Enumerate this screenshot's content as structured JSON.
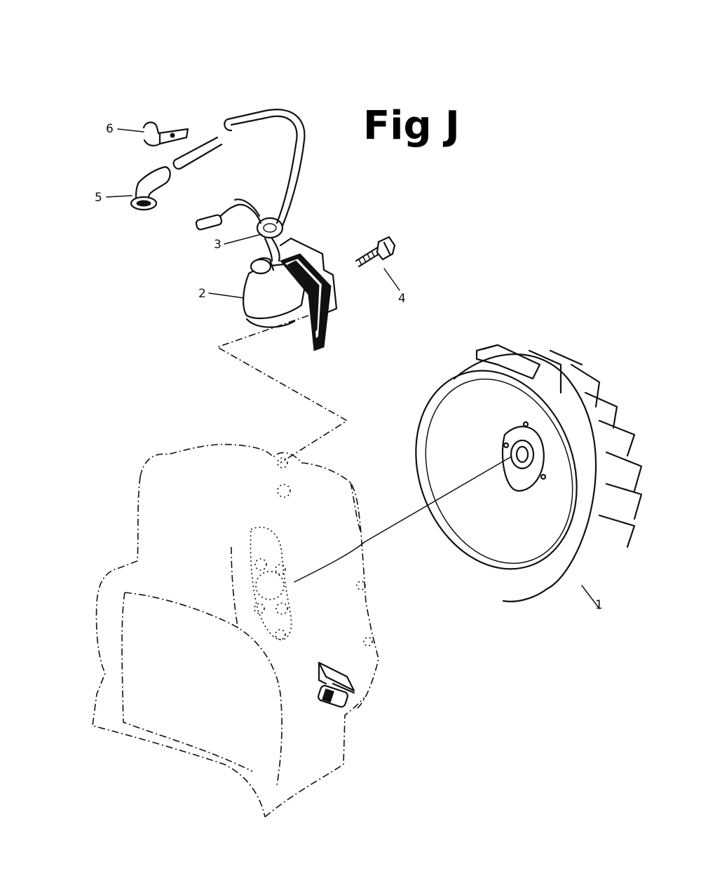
{
  "figure": {
    "title": "Fig J"
  },
  "callouts": [
    {
      "id": "1",
      "label": "1"
    },
    {
      "id": "2",
      "label": "2"
    },
    {
      "id": "3",
      "label": "3"
    },
    {
      "id": "4",
      "label": "4"
    },
    {
      "id": "5",
      "label": "5"
    },
    {
      "id": "6",
      "label": "6"
    }
  ],
  "parts": {
    "flywheel": "flywheel-icon",
    "ignition_coil": "ignition-coil-icon",
    "grommet": "grommet-icon",
    "bolt": "bolt-icon",
    "spark_plug_cap": "spark-plug-cap-icon",
    "clamp": "clamp-icon",
    "engine_block": "engine-block-icon"
  },
  "colors": {
    "ink": "#111111",
    "background": "#ffffff"
  }
}
